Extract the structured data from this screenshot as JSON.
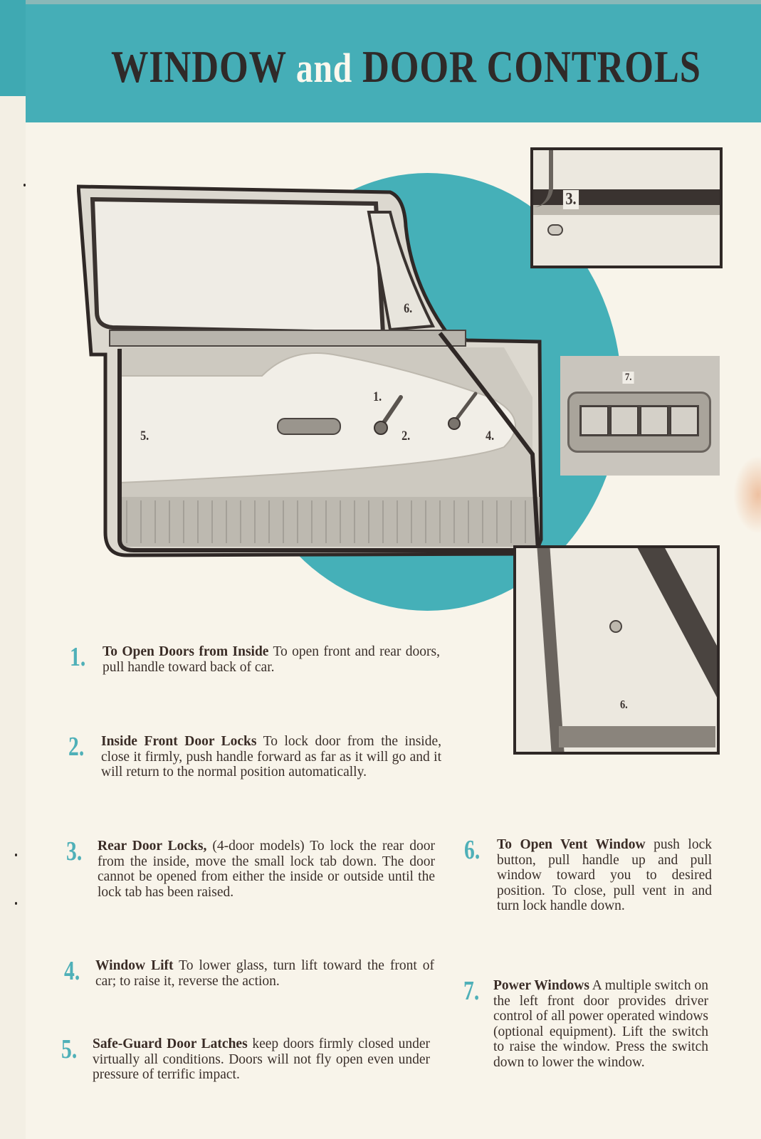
{
  "page": {
    "title_word1": "WINDOW",
    "title_conjunction": "and",
    "title_word2": "DOOR CONTROLS",
    "accent_color": "#45aeb7",
    "number_color": "#4fb0b8"
  },
  "illustration": {
    "main_callouts": [
      "1.",
      "2.",
      "4.",
      "5.",
      "6."
    ],
    "inset_rear_lock_label": "3.",
    "inset_power_window_label": "7.",
    "inset_vent_window_label": "6."
  },
  "items": [
    {
      "number": "1.",
      "heading": "To Open Doors from Inside",
      "text": " To open front and rear doors, pull handle toward back of car."
    },
    {
      "number": "2.",
      "heading": "Inside Front Door Locks",
      "text": " To lock door from the inside, close it firmly, push handle forward as far as it will go and it will return to the normal position automatically."
    },
    {
      "number": "3.",
      "heading": "Rear Door Locks,",
      "text": " (4-door models) To lock the rear door from the inside, move the small lock tab down. The door cannot be opened from either the inside or outside until the lock tab has been raised."
    },
    {
      "number": "4.",
      "heading": "Window Lift",
      "text": " To lower glass, turn lift toward the front of car; to raise it, reverse the action."
    },
    {
      "number": "5.",
      "heading": "Safe-Guard Door Latches",
      "text": " keep doors firmly closed under virtually all conditions. Doors will not fly open even under pressure of terrific impact."
    },
    {
      "number": "6.",
      "heading": "To Open Vent Window",
      "text": " push lock button, pull handle up and pull window toward you to desired position. To close, pull vent in and turn lock handle down."
    },
    {
      "number": "7.",
      "heading": "Power Windows",
      "text": " A multiple switch on the left front door provides driver control of all power operated windows (optional equipment). Lift the switch to raise the window. Press the switch down to lower the window."
    }
  ]
}
